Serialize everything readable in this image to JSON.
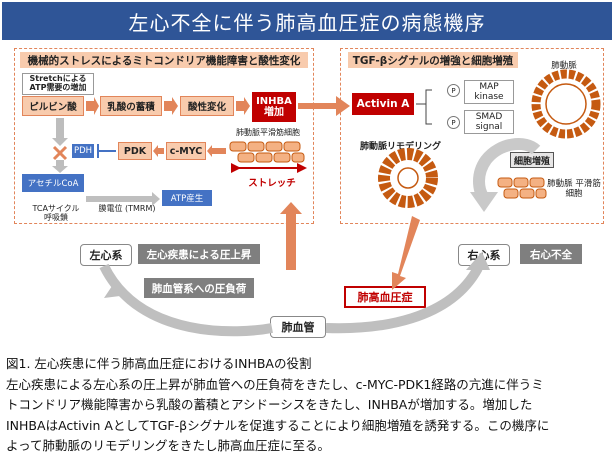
{
  "title": "左心不全に伴う肺高血圧症の病態機序",
  "left_panel": {
    "header": "機械的ストレスによるミトコンドリア機能障害と酸性変化",
    "stretch_note": "Stretchによる ATP需要の増加",
    "pyruvate": "ピルビン酸",
    "lactate": "乳酸の蓄積",
    "acid": "酸性変化",
    "inhba": "INHBA 増加",
    "pdh": "PDH",
    "pdk": "PDK",
    "cmyc": "c-MYC",
    "acetyl": "アセチルCoA",
    "tca": "TCAサイクル 呼吸鎖",
    "membrane": "膜電位 (TMRM)",
    "atp": "ATP産生",
    "smc_label": "肺動脈平滑筋細胞",
    "stretch_label": "ストレッチ"
  },
  "right_panel": {
    "header": "TGF-βシグナルの増強と細胞増殖",
    "activin": "Activin A",
    "p1": "P",
    "p2": "P",
    "map": "MAP kinase",
    "smad": "SMAD signal",
    "artery": "肺動脈",
    "remodel": "肺動脈リモデリング",
    "prolif": "細胞増殖",
    "smc": "肺動脈 平滑筋細胞"
  },
  "bottom": {
    "left_system": "左心系",
    "left_pressure": "左心疾患による圧上昇",
    "load": "肺血管系への圧負荷",
    "pulm_vessel": "肺血管",
    "ph": "肺高血圧症",
    "right_system": "右心系",
    "right_failure": "右心不全"
  },
  "caption": {
    "line1": "図1. 左心疾患に伴う肺高血圧症におけるINHBAの役割",
    "line2": "左心疾患による左心系の圧上昇が肺血管への圧負荷をきたし、c-MYC-PDK1経路の亢進に伴うミ",
    "line3": "トコンドリア機能障害から乳酸の蓄積とアシドーシスをきたし、INHBAが増加する。増加した",
    "line4": "INHBAはActivin AとしてTGF-βシグナルを促進することにより細胞増殖を誘発する。この機序に",
    "line5": "よって肺動脈のリモデリングをきたし肺高血圧症に至る。"
  },
  "colors": {
    "title_bg": "#2f5597",
    "orange": "#f8cbad",
    "orange_border": "#e2855a",
    "red": "#c00000",
    "blue": "#4472c4",
    "gray": "#7f7f7f"
  }
}
